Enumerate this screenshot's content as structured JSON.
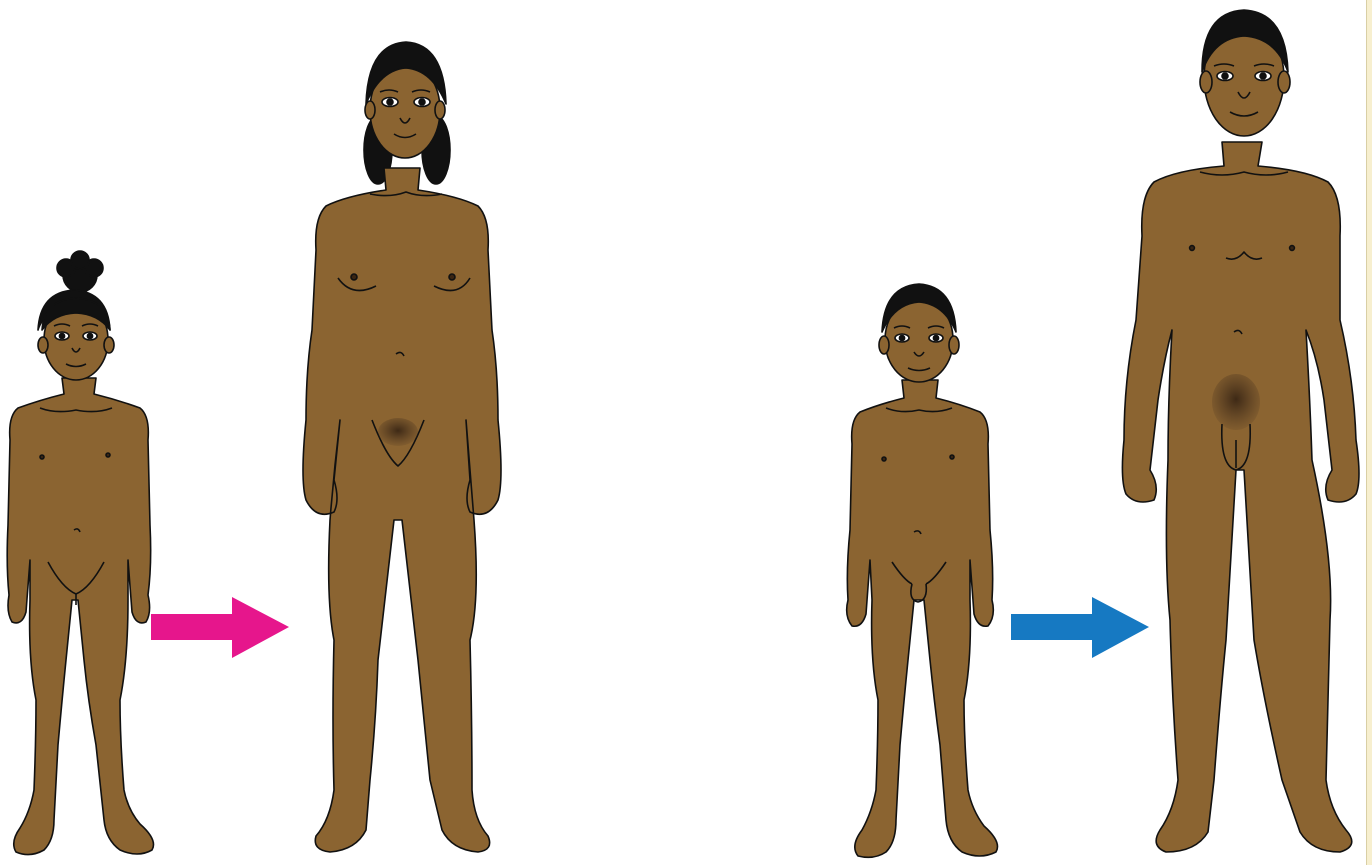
{
  "figure": {
    "panels": [
      {
        "id": "female",
        "stages": [
          "girl",
          "woman"
        ],
        "arrow_color": "#e6168c"
      },
      {
        "id": "male",
        "stages": [
          "boy",
          "man"
        ],
        "arrow_color": "#1679c2"
      }
    ]
  },
  "colors": {
    "skin": "#8b6431",
    "outline": "#111111",
    "hair": "#111111",
    "pubic_hair": "#4a3420",
    "nipple": "#3a2512",
    "background": "#ffffff",
    "edge_strip": "#f7efcf"
  },
  "icons": [
    "girl-figure",
    "woman-figure",
    "boy-figure",
    "man-figure",
    "pink-arrow-icon",
    "blue-arrow-icon"
  ]
}
